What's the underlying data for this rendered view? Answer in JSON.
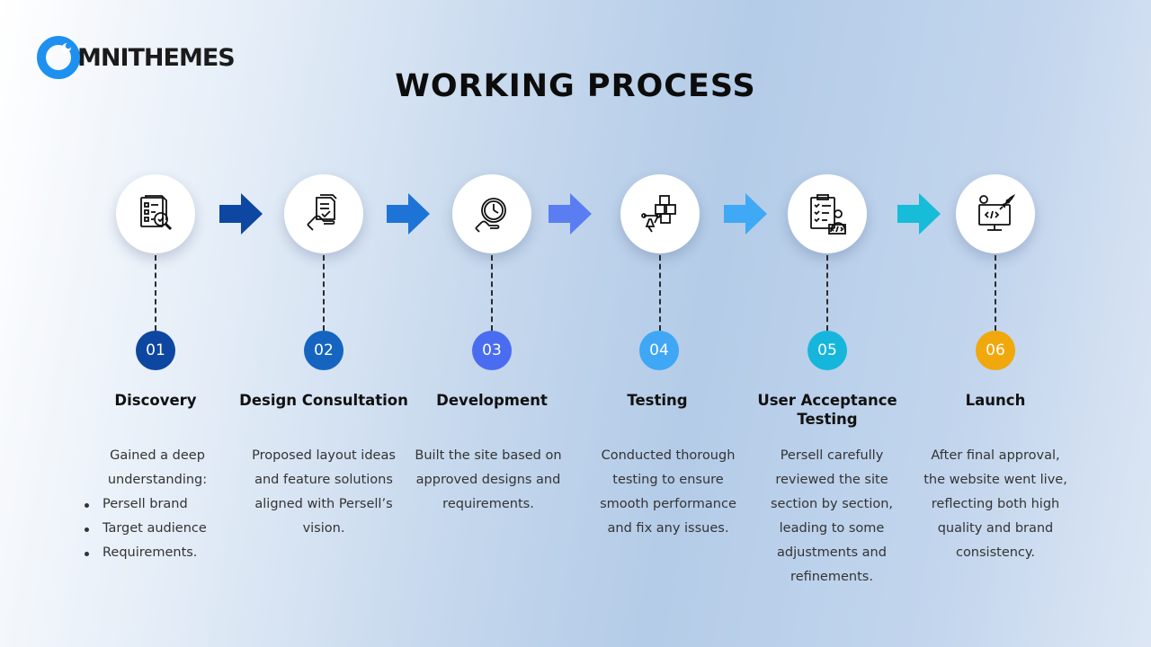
{
  "brand": {
    "name": "MNITHEMES",
    "accent": "#1e90f0"
  },
  "title": "WORKING PROCESS",
  "steps": [
    {
      "number": "01",
      "title": "Discovery",
      "color": "#0d47a1",
      "icon": "checklist-magnifier-icon",
      "desc": "Gained a deep understanding:",
      "bullets": [
        "Persell brand",
        "Target audience",
        "Requirements."
      ]
    },
    {
      "number": "02",
      "title": "Design Consultation",
      "color": "#1565c0",
      "icon": "hand-document-icon",
      "desc": "Proposed layout ideas and feature solutions aligned with Persell’s vision.",
      "bullets": []
    },
    {
      "number": "03",
      "title": "Development",
      "color": "#4a6cf0",
      "icon": "hand-clock-icon",
      "desc": "Built the site based on approved designs and requirements.",
      "bullets": []
    },
    {
      "number": "04",
      "title": "Testing",
      "color": "#3fa7f5",
      "icon": "cubes-pen-icon",
      "desc": "Conducted thorough testing to ensure smooth performance and fix any issues.",
      "bullets": []
    },
    {
      "number": "05",
      "title": "User Acceptance Testing",
      "color": "#16b6dc",
      "icon": "clipboard-developer-icon",
      "desc": "Persell carefully reviewed the site section by section, leading to some adjustments and refinements.",
      "bullets": []
    },
    {
      "number": "06",
      "title": "Launch",
      "color": "#f0a80c",
      "icon": "monitor-rocket-icon",
      "desc": "After final approval, the website went live, reflecting both high quality and brand consistency.",
      "bullets": []
    }
  ],
  "arrow_colors": [
    "#0d47a1",
    "#1e74d6",
    "#5a7ef2",
    "#3fa9f5",
    "#16bcd8"
  ]
}
